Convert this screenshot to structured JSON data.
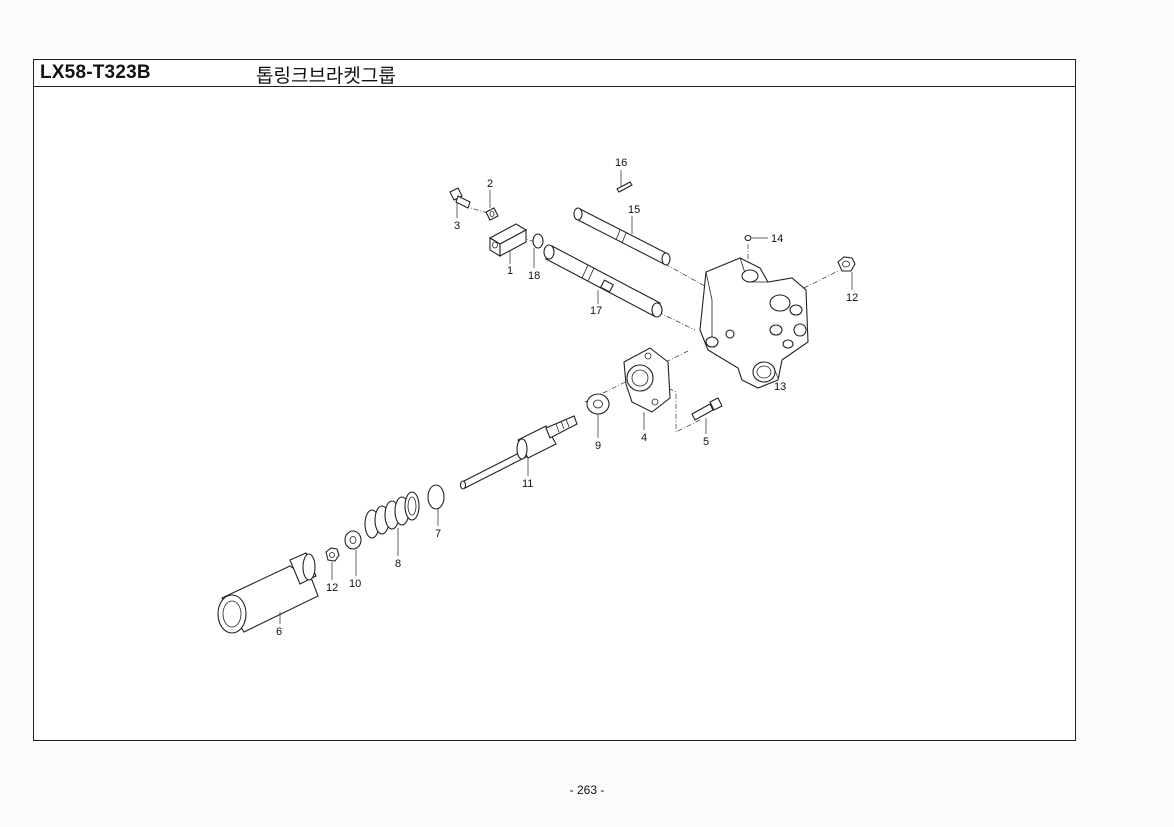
{
  "header": {
    "model": "LX58-T323B",
    "group_title": "톱링크브라켓그룹"
  },
  "callouts": {
    "c1": "1",
    "c2": "2",
    "c3": "3",
    "c4": "4",
    "c5": "5",
    "c6": "6",
    "c7": "7",
    "c8": "8",
    "c9": "9",
    "c10": "10",
    "c11": "11",
    "c12a": "12",
    "c12b": "12",
    "c13": "13",
    "c14": "14",
    "c15": "15",
    "c16": "16",
    "c17": "17",
    "c18": "18"
  },
  "footer": {
    "page_number": "- 263 -"
  }
}
